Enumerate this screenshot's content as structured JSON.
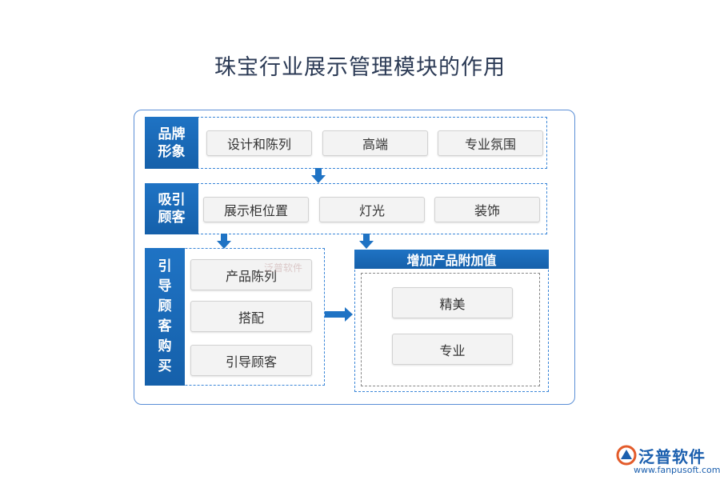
{
  "title": "珠宝行业展示管理模块的作用",
  "sections": {
    "brand_image": {
      "label_line1": "品牌",
      "label_line2": "形象",
      "items": [
        "设计和陈列",
        "高端",
        "专业氛围"
      ]
    },
    "attract_customers": {
      "label_line1": "吸引",
      "label_line2": "顾客",
      "items": [
        "展示柜位置",
        "灯光",
        "装饰"
      ]
    },
    "guide_purchase": {
      "label_chars": [
        "引",
        "导",
        "顾",
        "客",
        "购",
        "买"
      ],
      "items": [
        "产品陈列",
        "搭配",
        "引导顾客"
      ]
    },
    "value_added": {
      "header": "增加产品附加值",
      "items": [
        "精美",
        "专业"
      ]
    }
  },
  "logo": {
    "name": "泛普软件",
    "url": "www.fanpusoft.com"
  },
  "colors": {
    "accent": "#1f73c4",
    "dash": "#3a86d8",
    "item_bg": "#f3f3f3"
  }
}
